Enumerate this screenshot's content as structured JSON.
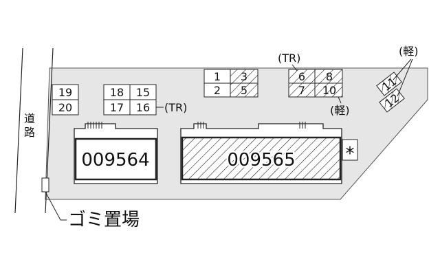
{
  "road": {
    "label_line1": "道",
    "label_line2": "路"
  },
  "buildings": [
    {
      "id": "b1",
      "label": "009564",
      "highlighted": false
    },
    {
      "id": "b2",
      "label": "009565",
      "highlighted": true
    }
  ],
  "asterisk": "*",
  "garbage_label": "ゴミ置場",
  "parking_spaces": [
    {
      "number": "19",
      "hatched": false
    },
    {
      "number": "20",
      "hatched": false
    },
    {
      "number": "18",
      "hatched": false
    },
    {
      "number": "15",
      "hatched": false
    },
    {
      "number": "17",
      "hatched": false
    },
    {
      "number": "16",
      "hatched": false
    },
    {
      "number": "1",
      "hatched": false
    },
    {
      "number": "3",
      "hatched": true
    },
    {
      "number": "2",
      "hatched": false
    },
    {
      "number": "5",
      "hatched": true
    },
    {
      "number": "6",
      "hatched": true
    },
    {
      "number": "8",
      "hatched": true
    },
    {
      "number": "7",
      "hatched": true
    },
    {
      "number": "10",
      "hatched": true
    },
    {
      "number": "11",
      "hatched": true
    },
    {
      "number": "12",
      "hatched": true
    }
  ],
  "annotations": {
    "tr_16": "(TR)",
    "tr_top": "(TR)",
    "kei_right": "(軽)",
    "kei_top": "(軽)"
  },
  "colors": {
    "lot_fill": "#e6e6e6",
    "outline": "#222222"
  }
}
